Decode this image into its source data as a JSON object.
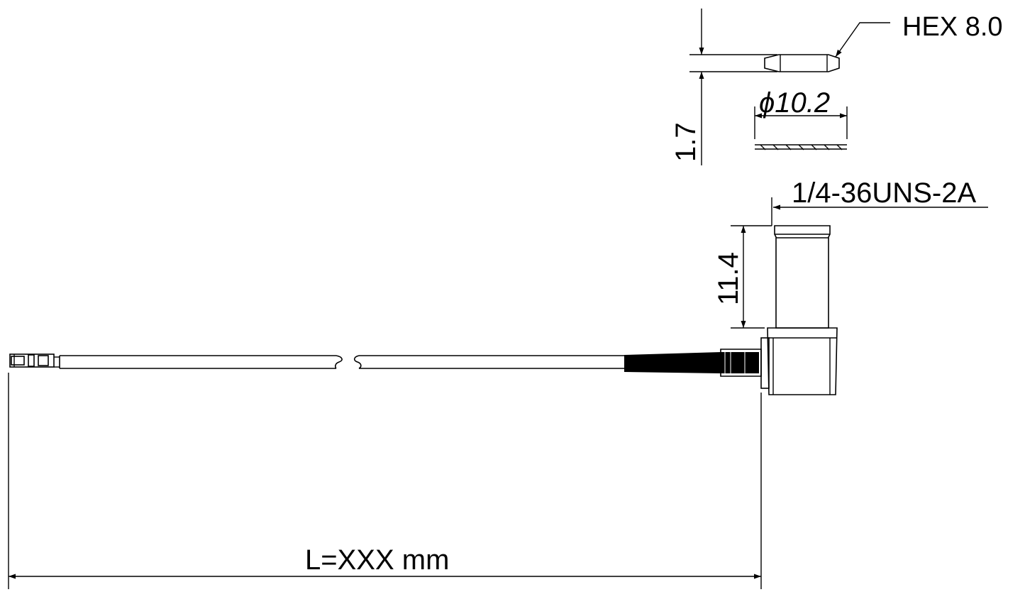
{
  "labels": {
    "hex": "HEX 8.0",
    "diameter": "ϕ10.2",
    "nut_thickness": "1.7",
    "thread": "1/4-36UNS-2A",
    "body_height": "11.4",
    "length": "L=XXX mm"
  }
}
